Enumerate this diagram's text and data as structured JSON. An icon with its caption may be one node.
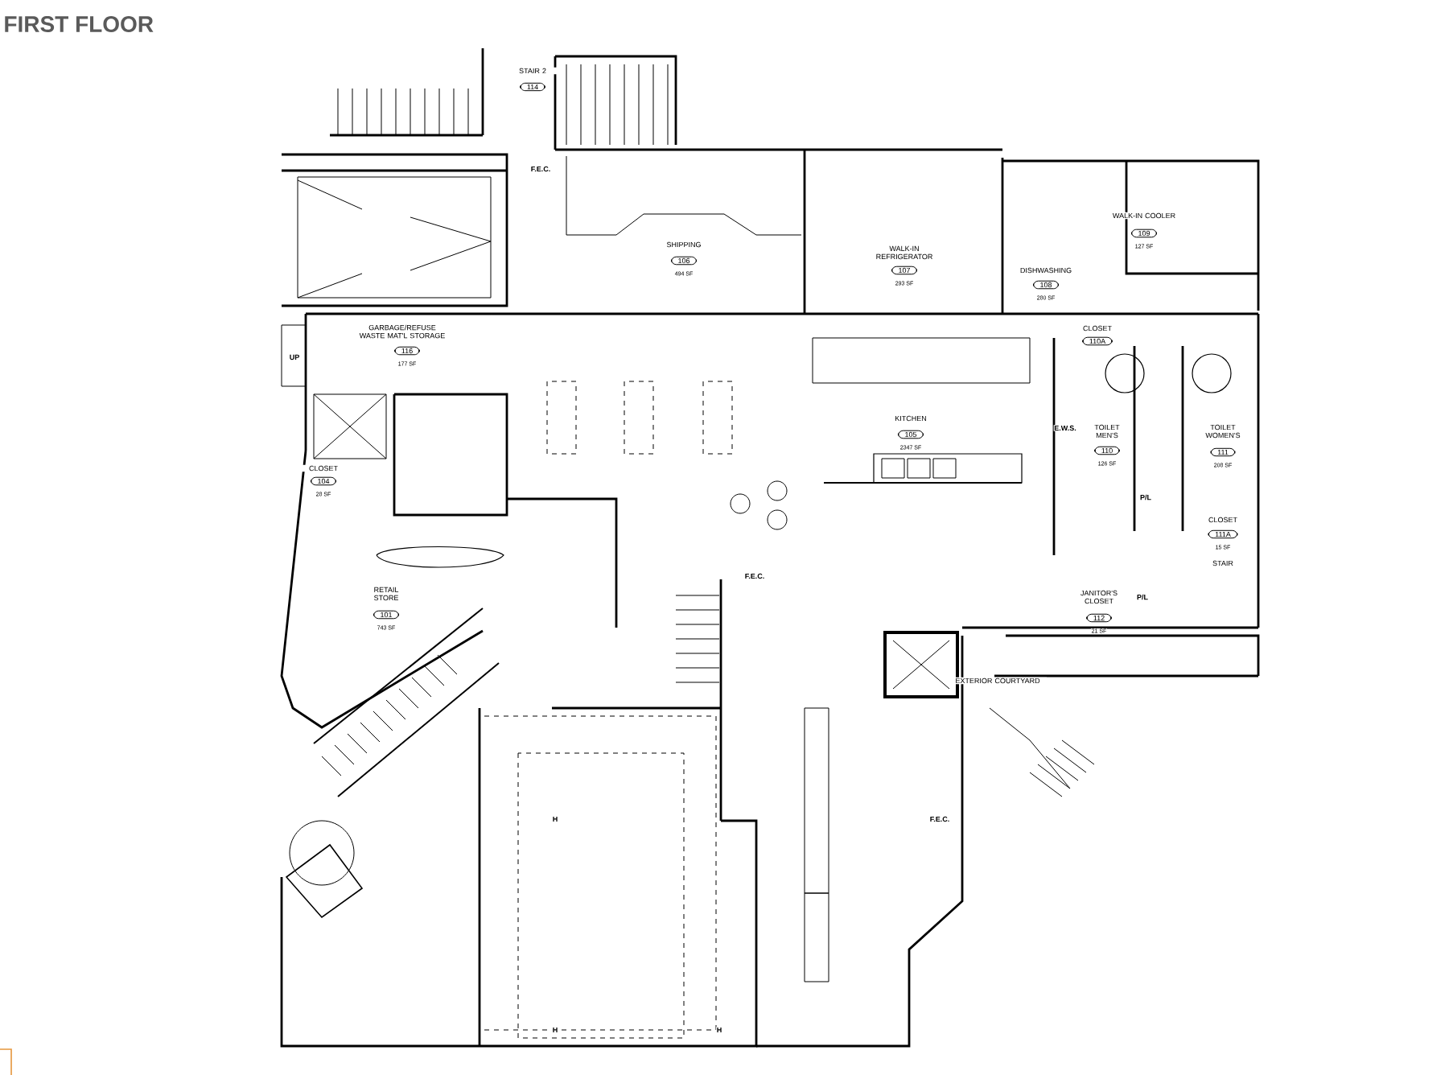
{
  "diagram": {
    "title": "FIRST FLOOR",
    "nodes": [
      {
        "text": [
          "STAIR 2",
          "114"
        ]
      },
      {
        "text": [
          "SHIPPING",
          "106",
          "494 SF"
        ]
      },
      {
        "text": [
          "WALK-IN REFRIGERATOR",
          "107",
          "293 SF"
        ]
      },
      {
        "text": [
          "DISHWASHING",
          "108",
          "280 SF"
        ]
      },
      {
        "text": [
          "WALK-IN COOLER",
          "109",
          "127 SF"
        ]
      },
      {
        "text": [
          "GARBAGE/REFUSE WASTE MAT'L STORAGE",
          "116",
          "177 SF"
        ]
      },
      {
        "text": [
          "CLOSET",
          "110A"
        ]
      },
      {
        "text": [
          "KITCHEN",
          "105",
          "2347 SF"
        ]
      },
      {
        "text": [
          "TOILET MEN'S",
          "110",
          "126 SF"
        ]
      },
      {
        "text": [
          "TOILET WOMEN'S",
          "111",
          "208 SF"
        ]
      },
      {
        "text": [
          "CLOSET",
          "104",
          "28 SF"
        ]
      },
      {
        "text": [
          "CLOSET",
          "111A",
          "15 SF"
        ]
      },
      {
        "text": [
          "STAIR"
        ]
      },
      {
        "text": [
          "RETAIL STORE",
          "101",
          "743 SF"
        ]
      },
      {
        "text": [
          "JANITOR'S CLOSET",
          "112",
          "21 SF"
        ]
      },
      {
        "text": [
          "EXTERIOR COURTYARD"
        ]
      }
    ],
    "labels": [
      "F.E.C.",
      "UP",
      "E.W.S.",
      "F.E.C.",
      "P/L",
      "P/L",
      "H",
      "F.E.C.",
      "H",
      "H"
    ]
  }
}
